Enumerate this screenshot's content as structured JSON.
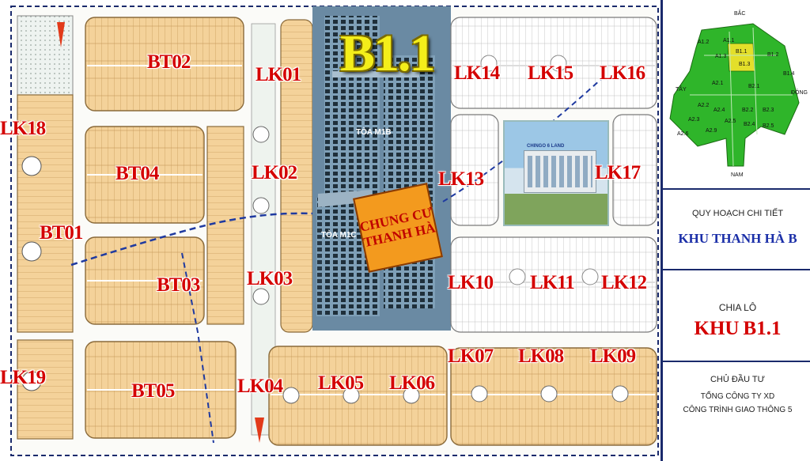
{
  "map_title": "B1.1",
  "building": {
    "sign_line1": "CHUNG CƯ",
    "sign_line2": "THANH HÀ",
    "tower_m1b": "TÒA M1B",
    "tower_m1c": "TÒA M1C",
    "photo_caption": "CHINGO 6 LAND"
  },
  "zone_labels": {
    "bt01": "BT01",
    "bt02": "BT02",
    "bt03": "BT03",
    "bt04": "BT04",
    "bt05": "BT05",
    "lk01": "LK01",
    "lk02": "LK02",
    "lk03": "LK03",
    "lk04": "LK04",
    "lk05": "LK05",
    "lk06": "LK06",
    "lk07": "LK07",
    "lk08": "LK08",
    "lk09": "LK09",
    "lk10": "LK10",
    "lk11": "LK11",
    "lk12": "LK12",
    "lk13": "LK13",
    "lk14": "LK14",
    "lk15": "LK15",
    "lk16": "LK16",
    "lk17": "LK17",
    "lk18": "LK18",
    "lk19": "LK19"
  },
  "key_map": {
    "north": "BẮC",
    "south": "NAM",
    "west": "TÂY",
    "east": "ĐÔNG",
    "zones": [
      "A1.2",
      "A1.1",
      "A1.3",
      "B1.2",
      "B1.1",
      "B1.3",
      "B1.4",
      "B2.1",
      "A2.1",
      "A2.2",
      "A2.3",
      "A2.4",
      "A2.5",
      "A2.6",
      "A2.9",
      "B2.2",
      "B2.3",
      "B2.4",
      "B2.5"
    ]
  },
  "panel": {
    "plan_caption": "QUY HOẠCH CHI TIẾT",
    "plan_name": "KHU THANH HÀ B",
    "division_caption": "CHIA LÔ",
    "division_prefix": "KHU",
    "division_zone": "B1.1",
    "investor_caption": "CHỦ ĐẦU TƯ",
    "investor_line1": "TỔNG CÔNG TY XD",
    "investor_line2": "CÔNG TRÌNH GIAO THÔNG 5"
  },
  "colors": {
    "lot_fill": "#f4d29a",
    "road_fill": "#ffffff",
    "label_red": "#d40000",
    "title_yellow": "#f4ee1a",
    "panel_blue": "#1a2a6c",
    "keymap_green": "#2fb52a"
  }
}
